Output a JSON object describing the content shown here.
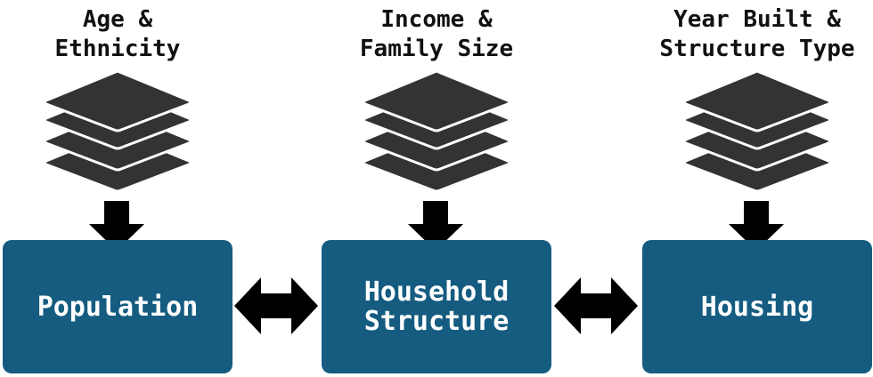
{
  "colors": {
    "box_fill": "#155c80",
    "box_text": "#ffffff",
    "arrow": "#000000",
    "layers": "#333333"
  },
  "columns": [
    {
      "attribute_label": "Age &\nEthnicity",
      "icon": "stacked-layers-icon",
      "node_label": "Population"
    },
    {
      "attribute_label": "Income &\nFamily Size",
      "icon": "stacked-layers-icon",
      "node_label": "Household\nStructure"
    },
    {
      "attribute_label": "Year Built &\nStructure Type",
      "icon": "stacked-layers-icon",
      "node_label": "Housing"
    }
  ],
  "links": [
    {
      "from": "Population",
      "to": "Household\nStructure",
      "type": "bidirectional"
    },
    {
      "from": "Household\nStructure",
      "to": "Housing",
      "type": "bidirectional"
    }
  ]
}
